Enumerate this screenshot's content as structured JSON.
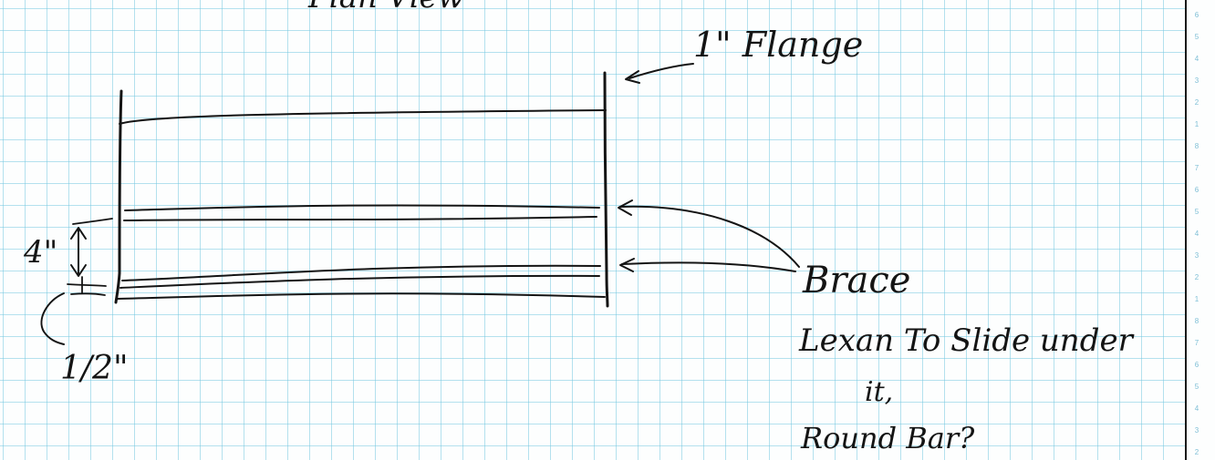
{
  "sketch": {
    "top_text": "Plan View",
    "flange_label": "1\" Flange",
    "brace_label": "Brace",
    "lexan_label": "Lexan To Slide under",
    "it_label": "it,",
    "round_bar_label": "Round Bar?",
    "dim_4_label": "4\"",
    "dim_half_label": "1/2\""
  },
  "margin_numbers": [
    "6",
    "5",
    "4",
    "3",
    "2",
    "1",
    "8",
    "7",
    "6",
    "5",
    "4",
    "3",
    "2",
    "1",
    "8",
    "7",
    "6",
    "5",
    "4",
    "3",
    "2"
  ],
  "colors": {
    "ink": "#141414",
    "grid": "#78c8e1",
    "paper": "#fdfefe"
  }
}
